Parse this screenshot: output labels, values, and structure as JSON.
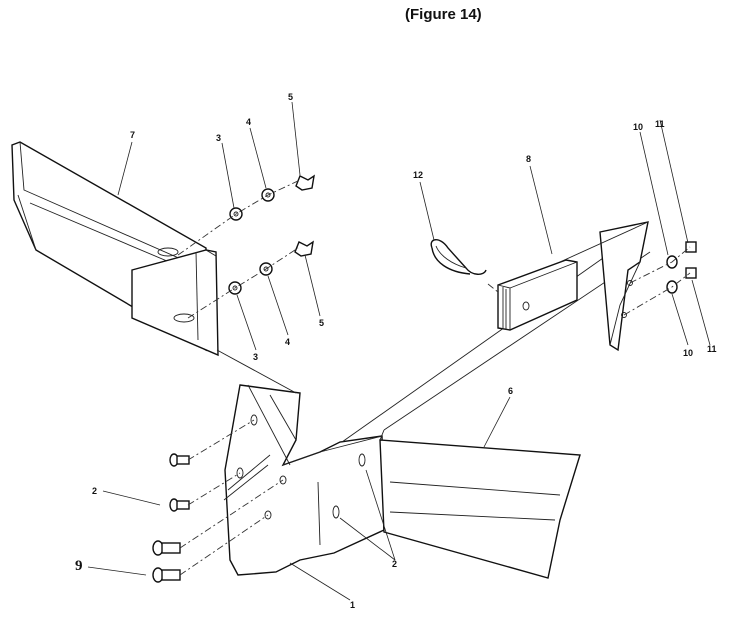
{
  "figure_title": "(Figure 14)",
  "callouts": {
    "c1": "1",
    "c2a": "2",
    "c2b": "2",
    "c3a": "3",
    "c3b": "3",
    "c4a": "4",
    "c4b": "4",
    "c5a": "5",
    "c5b": "5",
    "c6": "6",
    "c7": "7",
    "c8": "8",
    "c9": "9",
    "c10a": "10",
    "c10b": "10",
    "c11a": "11",
    "c11b": "11",
    "c12": "12"
  }
}
